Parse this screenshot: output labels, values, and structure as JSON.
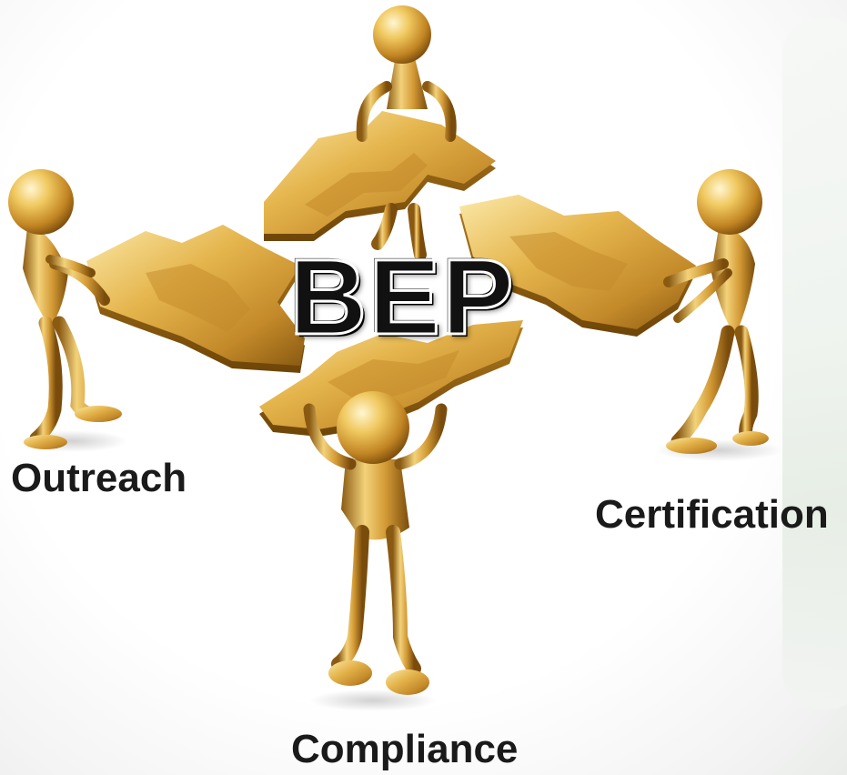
{
  "diagram": {
    "center_label": "BEP",
    "branches": {
      "left": "Outreach",
      "right": "Certification",
      "bottom": "Compliance"
    }
  },
  "colors": {
    "gold_light": "#f6dc8a",
    "gold_mid": "#d9a53a",
    "gold_dark": "#8a5a12",
    "label_text": "#1a1a1a"
  }
}
